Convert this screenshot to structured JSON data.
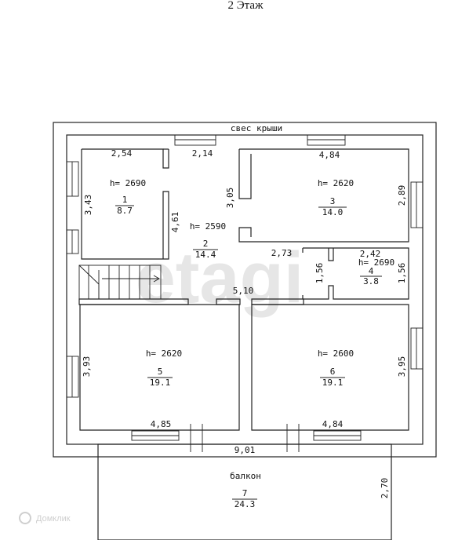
{
  "title": "2 Этаж",
  "roof_overhang_label": "свес крыши",
  "watermark": "etagi",
  "corner_watermark": "Домклик",
  "rooms": [
    {
      "num": "1",
      "area": "8.7",
      "height": "h= 2690"
    },
    {
      "num": "2",
      "area": "14.4",
      "height": "h= 2590"
    },
    {
      "num": "3",
      "area": "14.0",
      "height": "h= 2620"
    },
    {
      "num": "4",
      "area": "3.8",
      "height": "h= 2690"
    },
    {
      "num": "5",
      "area": "19.1",
      "height": "h= 2620"
    },
    {
      "num": "6",
      "area": "19.1",
      "height": "h= 2600"
    },
    {
      "num": "7",
      "area": "24.3",
      "label": "балкон"
    }
  ],
  "dims": {
    "r1_top": "2,54",
    "r1_side": "3,43",
    "hall_top": "2,14",
    "hall_left": "4,61",
    "hall_right": "3,05",
    "r3_top": "4,84",
    "r3_side": "2,89",
    "mid": "2,73",
    "r4_top": "2,42",
    "r4_left": "1,56",
    "r4_right": "1,56",
    "hall_bottom": "5,10",
    "r5_side": "3,93",
    "r5_bottom": "4,85",
    "r6_side": "3,95",
    "r6_bottom": "4,84",
    "total_width": "9,01",
    "balcony_side": "2,70"
  }
}
